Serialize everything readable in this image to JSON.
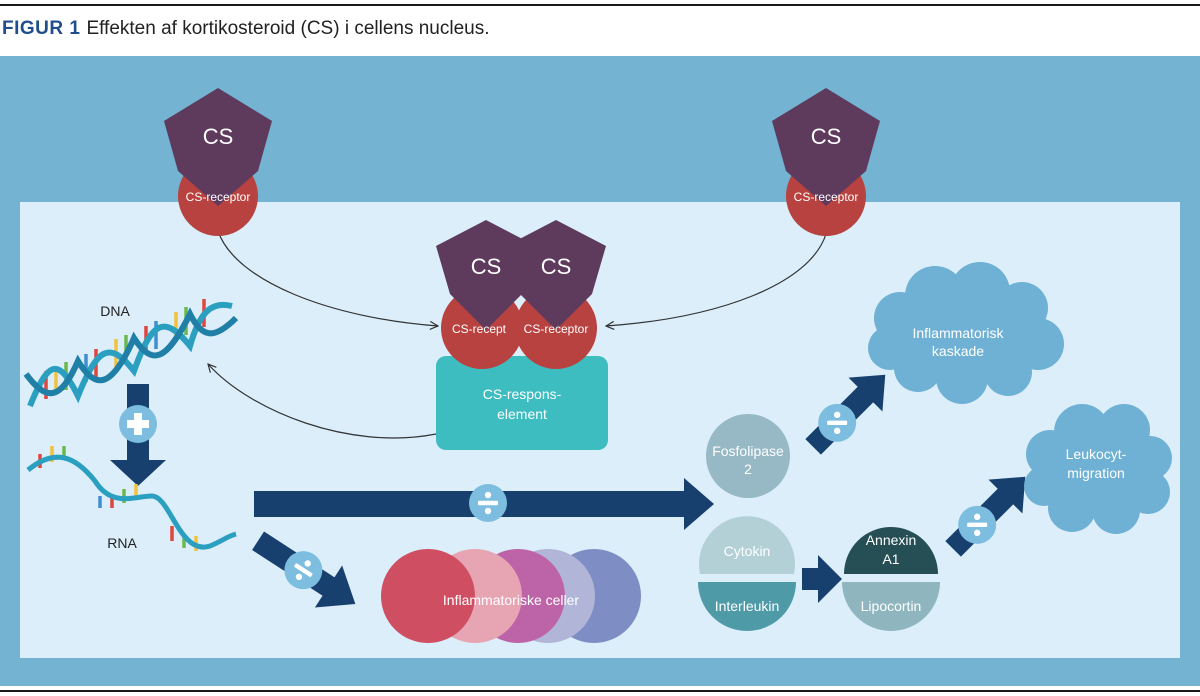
{
  "figure": {
    "label": "FIGUR 1",
    "title": "Effekten af kortikosteroid (CS) i cellens nucleus."
  },
  "diagram": {
    "cs_label": "CS",
    "receptor_label": "CS-receptor",
    "receptor_label_truncated": "CS-recept",
    "response_element": [
      "CS-respons-",
      "element"
    ],
    "dna_label": "DNA",
    "rna_label": "RNA",
    "inflammatory_cells": "Inflammatoriske celler",
    "fosfolipase": [
      "Fosfolipase",
      "2"
    ],
    "cytokin": "Cytokin",
    "interleukin": "Interleukin",
    "annexin": [
      "Annexin",
      "A1"
    ],
    "lipocortin": "Lipocortin",
    "inflammatory_cascade": [
      "Inflammatorisk",
      "kaskade"
    ],
    "leukocyte_migration": [
      "Leukocyt-",
      "migration"
    ]
  },
  "colors": {
    "outer_bg": "#74b3d2",
    "nucleus_bg": "#dbeefa",
    "cs_pentagon": "#5e3a5c",
    "receptor": "#b8423f",
    "response_element": "#3ebdc1",
    "arrow": "#17406f",
    "inhibit_circle": "#7cbde0",
    "cloud": "#6eb1d4",
    "fosfolipase": "#97b9c6",
    "cytokin": "#b2d0d6",
    "interleukin": "#4e9aa7",
    "annexin": "#264e55",
    "lipocortin": "#8fb6bf",
    "cell_1": "#cf4e62",
    "cell_2": "#e7a5b3",
    "cell_3": "#bd64a8",
    "cell_4": "#b1b6d9",
    "cell_5": "#7e8dc4"
  }
}
